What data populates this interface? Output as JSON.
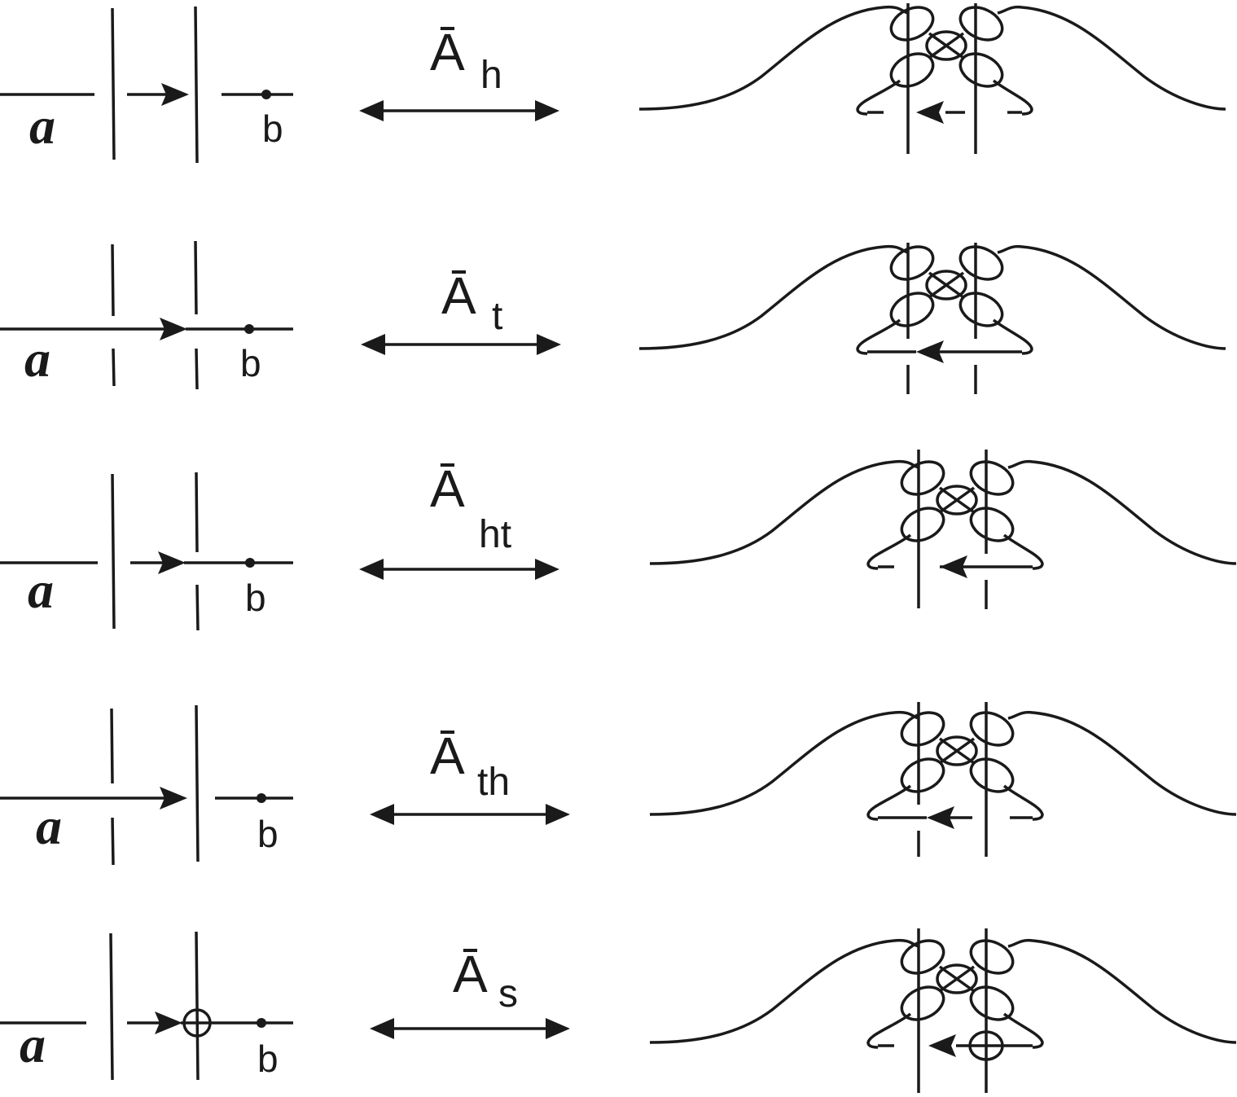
{
  "rows": [
    {
      "move_letter": "Ā",
      "move_subscript": "h",
      "arc_label": "a",
      "point_label": "b"
    },
    {
      "move_letter": "Ā",
      "move_subscript": "t",
      "arc_label": "a",
      "point_label": "b"
    },
    {
      "move_letter": "Ā",
      "move_subscript": "ht",
      "arc_label": "a",
      "point_label": "b"
    },
    {
      "move_letter": "Ā",
      "move_subscript": "th",
      "arc_label": "a",
      "point_label": "b"
    },
    {
      "move_letter": "Ā",
      "move_subscript": "s",
      "arc_label": "a",
      "point_label": "b"
    }
  ]
}
